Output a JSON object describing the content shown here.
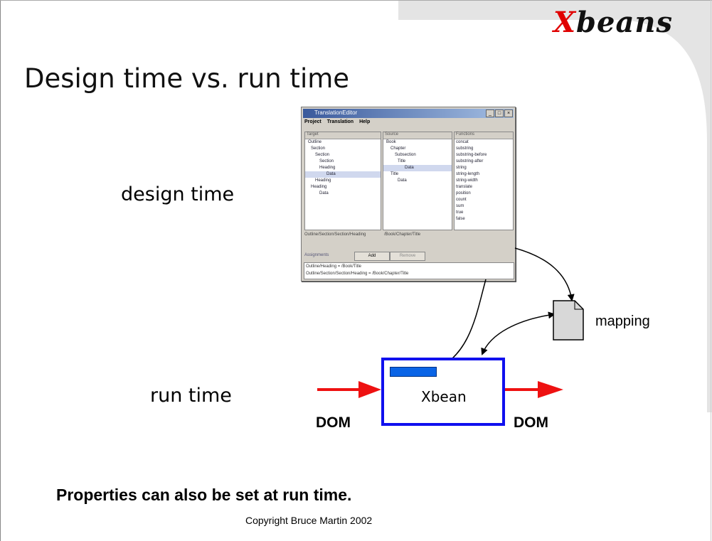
{
  "logo": {
    "x": "X",
    "rest": "beans"
  },
  "title": "Design time vs. run time",
  "labels": {
    "design_time": "design time",
    "run_time": "run time",
    "mapping": "mapping",
    "dom_left": "DOM",
    "dom_right": "DOM",
    "xbean": "Xbean"
  },
  "note": "Properties can also be set at run time.",
  "copyright": "Copyright Bruce Martin 2002",
  "window": {
    "title": "TranslationEditor",
    "menu": [
      "Project",
      "Translation",
      "Help"
    ],
    "panes": [
      {
        "header": "Target",
        "items": [
          "Outline",
          "Section",
          "Section",
          "Section",
          "Heading",
          "Data",
          "Heading",
          "Heading",
          "Data"
        ]
      },
      {
        "header": "Source",
        "items": [
          "Book",
          "Chapter",
          "Subsection",
          "Title",
          "Data",
          "Title",
          "Data"
        ]
      },
      {
        "header": "Functions",
        "items": [
          "concat",
          "substring",
          "substring-before",
          "substring-after",
          "string",
          "string-length",
          "string-width",
          "translate",
          "position",
          "count",
          "sum",
          "true",
          "false"
        ]
      }
    ],
    "status_left": "Outline/Section/Section/Heading",
    "status_mid": "/Book/Chapter/Title",
    "assignments_label": "Assignments",
    "add_button": "Add",
    "remove_button": "Remove",
    "assignments": [
      "Outline/Heading = /Book/Title",
      "Outline/Section/Section/Heading = /Book/Chapter/Title"
    ]
  },
  "colors": {
    "arrow_red": "#ee1111",
    "box_border": "#1010ee",
    "bar_blue": "#0a64e6",
    "logo_red": "#e00000"
  }
}
